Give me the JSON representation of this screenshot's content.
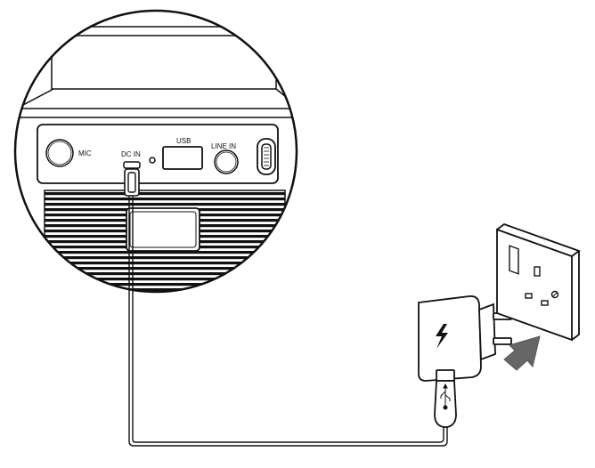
{
  "panel_labels": {
    "mic": "MIC",
    "dc_in": "DC IN",
    "usb": "USB",
    "line_in": "LINE IN"
  },
  "icons": {
    "adapter": "lightning-bolt-icon",
    "plug": "usb-symbol-icon",
    "arrow": "push-arrow-icon"
  },
  "colors": {
    "line": "#111111",
    "background": "#ffffff",
    "arrow": "#666666"
  }
}
